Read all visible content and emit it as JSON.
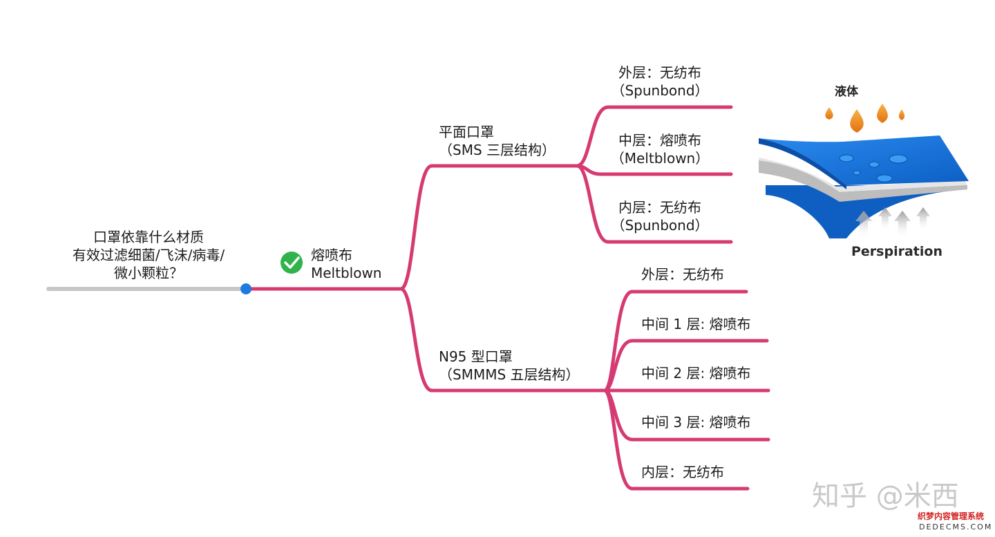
{
  "root": {
    "question_lines": [
      "口罩依靠什么材质",
      "有效过滤细菌/飞沫/病毒/",
      "微小颗粒？"
    ]
  },
  "answer": {
    "check_icon": "check-circle-icon",
    "line1": "熔喷布",
    "line2": "Meltblown"
  },
  "branches": [
    {
      "title_line1": "平面口罩",
      "title_line2": "（SMS 三层结构）",
      "layers": [
        {
          "line1": "外层：无纺布",
          "line2": "（Spunbond）"
        },
        {
          "line1": "中层：熔喷布",
          "line2": "（Meltblown）"
        },
        {
          "line1": "内层：无纺布",
          "line2": "（Spunbond）"
        }
      ]
    },
    {
      "title_line1": "N95 型口罩",
      "title_line2": "（SMMMS 五层结构）",
      "layers": [
        {
          "line1": "外层：无纺布"
        },
        {
          "line1": "中间 1 层: 熔喷布"
        },
        {
          "line1": "中间 2 层: 熔喷布"
        },
        {
          "line1": "中间 3 层: 熔喷布"
        },
        {
          "line1": "内层：无纺布"
        }
      ]
    }
  ],
  "illustration": {
    "top_label": "液体",
    "bottom_label": "Perspiration"
  },
  "watermark": {
    "text": "知乎 @米西",
    "site_cn": "织梦内容管理系统",
    "site_en": "DEDECMS.COM"
  },
  "colors": {
    "branch": "#d63a72",
    "root_line": "#c7c7c7",
    "node_dot": "#1f7ae0",
    "check": "#2fb34a",
    "fabric_blue": "#1a73d9",
    "fabric_gray": "#bdbdbd",
    "droplet": "#f08a1c"
  }
}
